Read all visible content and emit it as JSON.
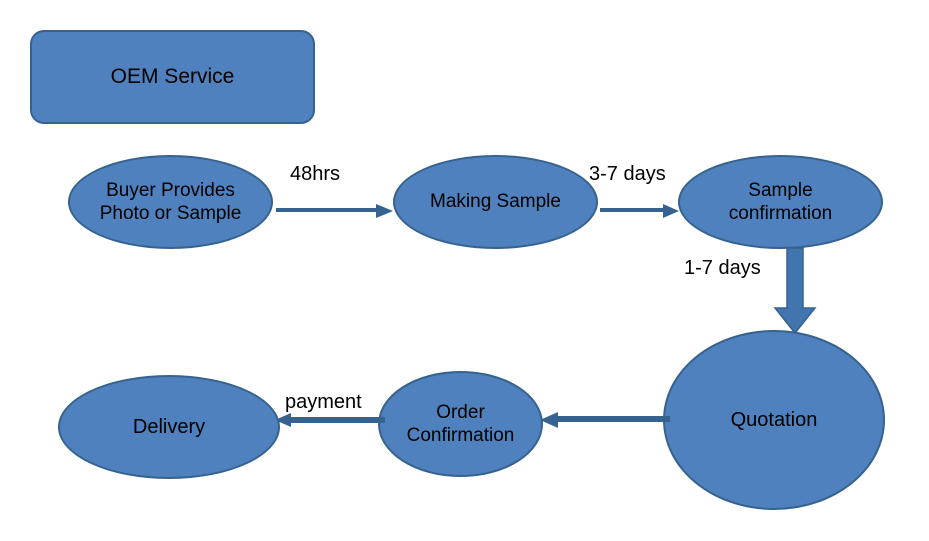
{
  "diagram": {
    "title_box": {
      "label": "OEM Service"
    },
    "nodes": [
      {
        "id": "buyer-provides",
        "label": "Buyer Provides\nPhoto or Sample"
      },
      {
        "id": "making-sample",
        "label": "Making Sample"
      },
      {
        "id": "sample-confirmation",
        "label": "Sample\nconfirmation"
      },
      {
        "id": "quotation",
        "label": "Quotation"
      },
      {
        "id": "order-confirmation",
        "label": "Order\nConfirmation"
      },
      {
        "id": "delivery",
        "label": "Delivery"
      }
    ],
    "edges": [
      {
        "id": "buyer-to-making",
        "label": "48hrs",
        "direction": "right"
      },
      {
        "id": "making-to-sample",
        "label": "3-7 days",
        "direction": "right"
      },
      {
        "id": "sample-to-quotation",
        "label": "1-7 days",
        "direction": "down"
      },
      {
        "id": "quotation-to-order",
        "label": "",
        "direction": "left"
      },
      {
        "id": "order-to-delivery",
        "label": "payment",
        "direction": "left"
      }
    ],
    "colors": {
      "shape_fill": "#4E81BD",
      "shape_border": "#35628E",
      "arrow": "#35628E",
      "arrow_light": "#4E81BD",
      "text": "#000000",
      "background": "#FFFFFF"
    }
  }
}
